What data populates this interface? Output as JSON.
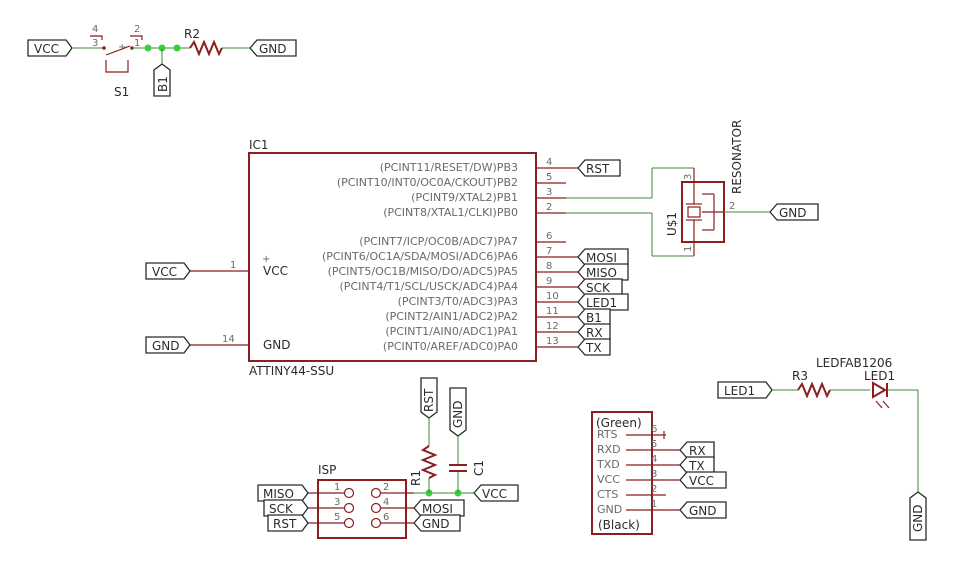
{
  "switch": {
    "ref": "S1",
    "pins": [
      "4",
      "3",
      "2",
      "1"
    ]
  },
  "r2": {
    "ref": "R2"
  },
  "labels": {
    "vcc_top": "VCC",
    "gnd_top": "GND",
    "b1_top": "B1",
    "rst_pb3": "RST",
    "mosi_pa6": "MOSI",
    "miso_pa5": "MISO",
    "sck_pa4": "SCK",
    "led1_pa3": "LED1",
    "b1_pa2": "B1",
    "rx_pa1": "RX",
    "tx_pa0": "TX",
    "vcc_ic": "VCC",
    "gnd_ic": "GND",
    "gnd_res": "GND",
    "led1_left": "LED1",
    "gnd_led": "GND",
    "isp_miso": "MISO",
    "isp_sck": "SCK",
    "isp_rst": "RST",
    "isp_mosi": "MOSI",
    "isp_gnd": "GND",
    "rst_top": "RST",
    "gnd_c1": "GND",
    "vcc_isp": "VCC",
    "ftdi_rx": "RX",
    "ftdi_tx": "TX",
    "ftdi_vcc": "VCC",
    "ftdi_gnd": "GND"
  },
  "ic1": {
    "ref": "IC1",
    "value": "ATTINY44-SSU",
    "vcc_pin": "VCC",
    "gnd_pin": "GND",
    "vcc_num": "1",
    "gnd_num": "14",
    "right_pins": [
      {
        "name": "(PCINT11/RESET/DW)PB3",
        "num": "4"
      },
      {
        "name": "(PCINT10/INT0/OC0A/CKOUT)PB2",
        "num": "5"
      },
      {
        "name": "(PCINT9/XTAL2)PB1",
        "num": "3"
      },
      {
        "name": "(PCINT8/XTAL1/CLKI)PB0",
        "num": "2"
      },
      {
        "name": "(PCINT7/ICP/OC0B/ADC7)PA7",
        "num": "6"
      },
      {
        "name": "(PCINT6/OC1A/SDA/MOSI/ADC6)PA6",
        "num": "7"
      },
      {
        "name": "(PCINT5/OC1B/MISO/DO/ADC5)PA5",
        "num": "8"
      },
      {
        "name": "(PCINT4/T1/SCL/USCK/ADC4)PA4",
        "num": "9"
      },
      {
        "name": "(PCINT3/T0/ADC3)PA3",
        "num": "10"
      },
      {
        "name": "(PCINT2/AIN1/ADC2)PA2",
        "num": "11"
      },
      {
        "name": "(PCINT1/AIN0/ADC1)PA1",
        "num": "12"
      },
      {
        "name": "(PCINT0/AREF/ADC0)PA0",
        "num": "13"
      }
    ]
  },
  "resonator": {
    "ref": "U$1",
    "value": "RESONATOR",
    "pins": [
      "3",
      "2",
      "1"
    ]
  },
  "led": {
    "ref": "LED1",
    "value": "LEDFAB1206",
    "r_ref": "R3"
  },
  "isp": {
    "ref": "ISP",
    "pins": [
      "1",
      "2",
      "3",
      "4",
      "5",
      "6"
    ]
  },
  "r1": {
    "ref": "R1"
  },
  "c1": {
    "ref": "C1"
  },
  "ftdi": {
    "top": "(Green)",
    "bottom": "(Black)",
    "pins": [
      {
        "name": "RTS",
        "num": "6"
      },
      {
        "name": "RXD",
        "num": "5"
      },
      {
        "name": "TXD",
        "num": "4"
      },
      {
        "name": "VCC",
        "num": "3"
      },
      {
        "name": "CTS",
        "num": "2"
      },
      {
        "name": "GND",
        "num": "1"
      }
    ]
  }
}
